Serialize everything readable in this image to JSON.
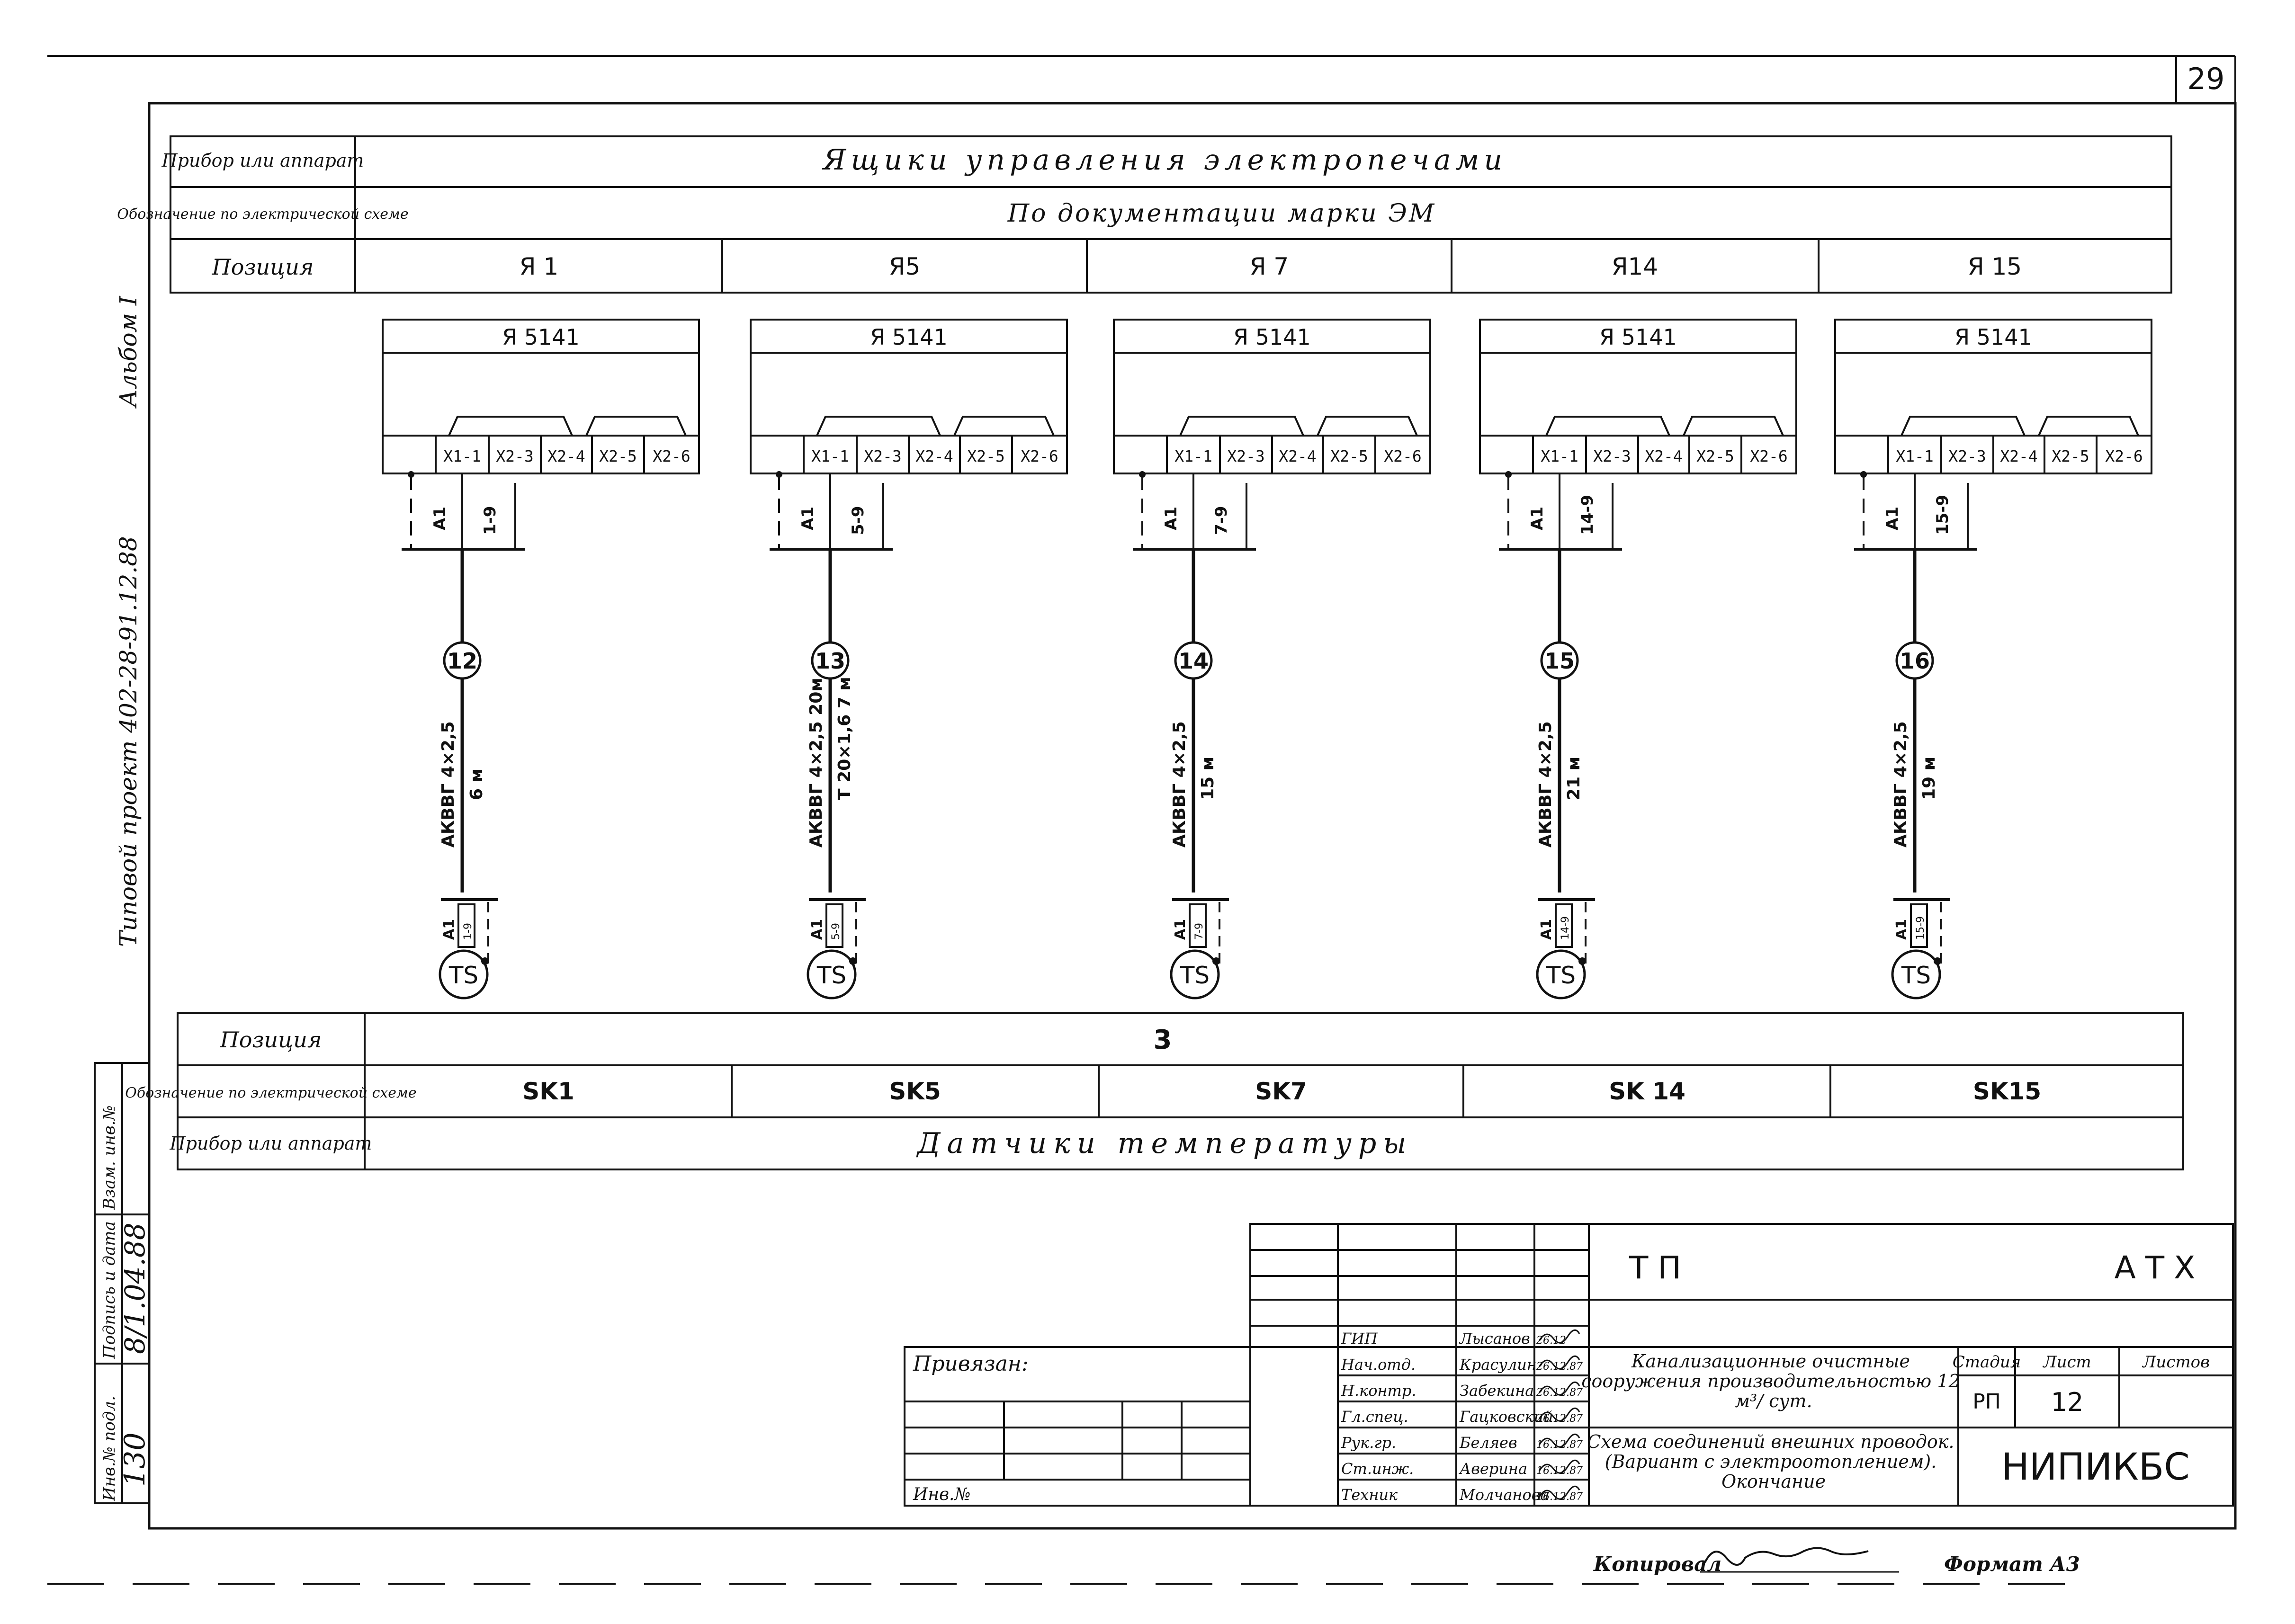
{
  "sheet_number": "29",
  "side_labels": {
    "album": "Альбом I",
    "project": "Типовой проект 402-28-91.12.88"
  },
  "top_table": {
    "row1_label": "Прибор или аппарат",
    "row1_value": "Ящики управления электропечами",
    "row2_label": "Обозначение по электрической схеме",
    "row2_value": "По документации марки ЭМ",
    "row3_label": "Позиция",
    "positions": [
      "Я 1",
      "Я5",
      "Я 7",
      "Я14",
      "Я 15"
    ]
  },
  "units": [
    {
      "box_title": "Я 5141",
      "terminals": [
        "X1-1",
        "X2-3",
        "X2-4",
        "X2-5",
        "X2-6"
      ],
      "wire_a": "А1",
      "wire_b": "1-9",
      "cable_no": "12",
      "cable_line1": "АКВВГ 4×2,5",
      "cable_line2": "6 м",
      "sensor": "TS"
    },
    {
      "box_title": "Я 5141",
      "terminals": [
        "X1-1",
        "X2-3",
        "X2-4",
        "X2-5",
        "X2-6"
      ],
      "wire_a": "А1",
      "wire_b": "5-9",
      "cable_no": "13",
      "cable_line1": "АКВВГ 4×2,5 20м",
      "cable_line2": "Т 20×1,6 7 м",
      "sensor": "TS"
    },
    {
      "box_title": "Я 5141",
      "terminals": [
        "X1-1",
        "X2-3",
        "X2-4",
        "X2-5",
        "X2-6"
      ],
      "wire_a": "А1",
      "wire_b": "7-9",
      "cable_no": "14",
      "cable_line1": "АКВВГ 4×2,5",
      "cable_line2": "15 м",
      "sensor": "TS"
    },
    {
      "box_title": "Я 5141",
      "terminals": [
        "X1-1",
        "X2-3",
        "X2-4",
        "X2-5",
        "X2-6"
      ],
      "wire_a": "А1",
      "wire_b": "14-9",
      "cable_no": "15",
      "cable_line1": "АКВВГ 4×2,5",
      "cable_line2": "21 м",
      "sensor": "TS"
    },
    {
      "box_title": "Я 5141",
      "terminals": [
        "X1-1",
        "X2-3",
        "X2-4",
        "X2-5",
        "X2-6"
      ],
      "wire_a": "А1",
      "wire_b": "15-9",
      "cable_no": "16",
      "cable_line1": "АКВВГ 4×2,5",
      "cable_line2": "19 м",
      "sensor": "TS"
    }
  ],
  "bottom_table": {
    "row1_label": "Позиция",
    "row1_value": "3",
    "row2_label": "Обозначение по электрической схеме",
    "designations": [
      "SK1",
      "SK5",
      "SK7",
      "SK 14",
      "SK15"
    ],
    "row3_label": "Прибор или аппарат",
    "row3_value": "Датчики температуры"
  },
  "left_strip": {
    "labels": [
      "Инв.№ подл.",
      "Подпись и дата",
      "Взам. инв.№"
    ],
    "inv_value": "130",
    "date_value": "8/1.04.88"
  },
  "title_block": {
    "privyazan": "Привязан:",
    "inv_no": "Инв.№",
    "code_left": "ТП",
    "code_right": "АТХ",
    "staff": [
      {
        "role": "ГИП",
        "name": "Лысанов",
        "date": "26.12"
      },
      {
        "role": "Нач.отд.",
        "name": "Красулин",
        "date": "26.12.87"
      },
      {
        "role": "Н.контр.",
        "name": "Забекина",
        "date": "26.12.87"
      },
      {
        "role": "Гл.спец.",
        "name": "Гацковский",
        "date": "26.12.87"
      },
      {
        "role": "Рук.гр.",
        "name": "Беляев",
        "date": "16.12.87"
      },
      {
        "role": "Ст.инж.",
        "name": "Аверина",
        "date": "16.12.87"
      },
      {
        "role": "Техник",
        "name": "Молчанова",
        "date": "16.12.87"
      }
    ],
    "object_title": "Канализационные очистные сооружения производительностью 12 м³/ сут.",
    "sheet_title": "Схема соединений внешних проводок. (Вариант с электроотоплением). Окончание",
    "stage_label": "Стадия",
    "sheet_label": "Лист",
    "sheets_label": "Листов",
    "stage_value": "РП",
    "sheet_value": "12",
    "org": "НИПИКБС"
  },
  "footer": {
    "copied_label": "Копировал",
    "format_label": "Формат А3"
  }
}
